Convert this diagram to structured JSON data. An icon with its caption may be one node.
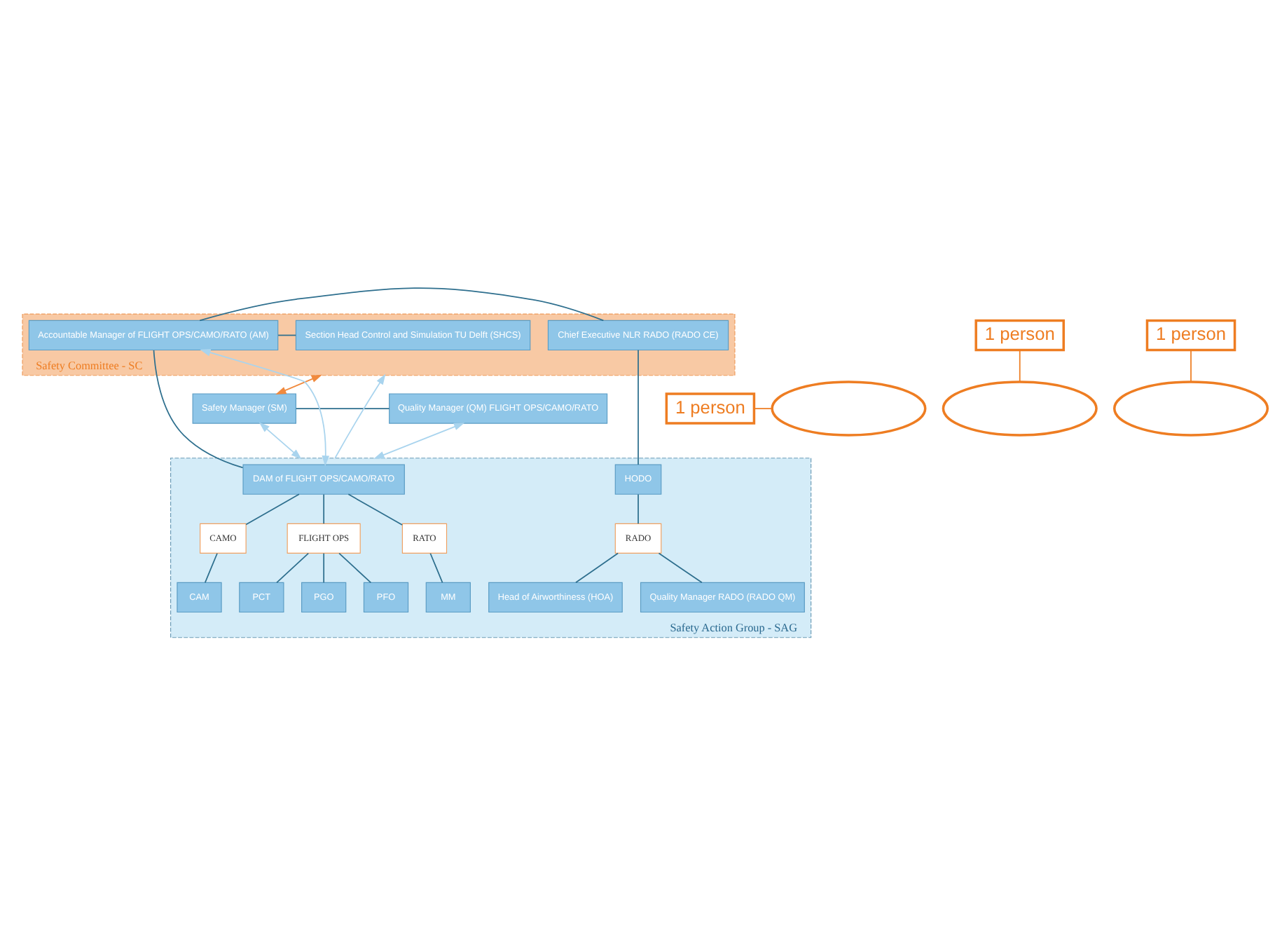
{
  "diagram": {
    "nodes": [
      {
        "text": [
          "Safety Committee - SC"
        ]
      },
      {
        "text": [
          "Section Head Control and Simulation TU Delft (SHCS)"
        ],
        "in": 0
      },
      {
        "text": [
          "Accountable Manager of FLIGHT OPS/CAMO/RATO (AM)"
        ],
        "in": 0
      },
      {
        "text": [
          "Chief Executive NLR RADO (RADO CE)"
        ],
        "in": 0
      },
      {
        "text": [
          "Safety Manager (SM)"
        ]
      },
      {
        "text": [
          "Quality Manager (QM) FLIGHT OPS/CAMO/RATO"
        ]
      },
      {
        "text": [
          "Safety Action Group - SAG"
        ]
      },
      {
        "text": [
          "DAM of FLIGHT OPS/CAMO/RATO"
        ],
        "in": 6
      },
      {
        "text": [
          "HODO"
        ],
        "in": 6
      },
      {
        "text": [
          "FLIGHT OPS"
        ],
        "in": 6
      },
      {
        "text": [
          "RATO"
        ],
        "in": 6
      },
      {
        "text": [
          "CAMO"
        ],
        "in": 6
      },
      {
        "text": [
          "RADO"
        ],
        "in": 6
      },
      {
        "text": [
          "PFO"
        ],
        "in": 6
      },
      {
        "text": [
          "MM"
        ],
        "in": 6
      },
      {
        "text": [
          "CAM"
        ],
        "in": 6
      },
      {
        "text": [
          "Head of Airworthiness (HOA)"
        ],
        "in": 6
      },
      {
        "text": [
          "PCT"
        ],
        "in": 6
      },
      {
        "text": [
          "PGO"
        ],
        "in": 6
      },
      {
        "text": [
          "Quality Manager RADO (RADO QM)"
        ],
        "in": 6
      },
      {
        "text": [],
        "shape": "ellipse"
      },
      {
        "text": [],
        "shape": "ellipse"
      },
      {
        "text": [],
        "shape": "ellipse"
      },
      {
        "text": [
          "1 person"
        ]
      },
      {
        "text": [
          "1 person"
        ]
      },
      {
        "text": [
          "1 person"
        ]
      }
    ],
    "edges": [
      {
        "from": 1,
        "to": 2,
        "arrow": "none"
      },
      {
        "from": 2,
        "to": 3,
        "arrow": "none"
      },
      {
        "from": 0,
        "to": 4,
        "arrow": "both",
        "color": "#f08a3e"
      },
      {
        "from": 2,
        "to": 7,
        "arrow": "none"
      },
      {
        "from": 7,
        "to": 2,
        "arrow": "both",
        "color": "#a9d4ee"
      },
      {
        "from": 4,
        "to": 5,
        "arrow": "none"
      },
      {
        "from": 4,
        "to": 6,
        "arrow": "both",
        "color": "#a9d4ee"
      },
      {
        "from": 5,
        "to": 6,
        "arrow": "both",
        "color": "#a9d4ee"
      },
      {
        "from": 6,
        "to": 0,
        "arrow": "to",
        "color": "#a9d4ee"
      },
      {
        "from": 3,
        "to": 8,
        "arrow": "none"
      },
      {
        "from": 7,
        "to": 9,
        "arrow": "none"
      },
      {
        "from": 7,
        "to": 10,
        "arrow": "none"
      },
      {
        "from": 7,
        "to": 11,
        "arrow": "none"
      },
      {
        "from": 8,
        "to": 12,
        "arrow": "none"
      },
      {
        "from": 9,
        "to": 13,
        "arrow": "none"
      },
      {
        "from": 9,
        "to": 17,
        "arrow": "none"
      },
      {
        "from": 9,
        "to": 18,
        "arrow": "none"
      },
      {
        "from": 10,
        "to": 14,
        "arrow": "none"
      },
      {
        "from": 11,
        "to": 15,
        "arrow": "none"
      },
      {
        "from": 12,
        "to": 16,
        "arrow": "none"
      },
      {
        "from": 12,
        "to": 19,
        "arrow": "none"
      },
      {
        "from": 23,
        "to": 20,
        "arrow": "none",
        "color": "#ee7d22"
      },
      {
        "from": 24,
        "to": 21,
        "arrow": "none",
        "color": "#ee7d22"
      },
      {
        "from": 25,
        "to": 22,
        "arrow": "none",
        "color": "#ee7d22"
      }
    ]
  }
}
